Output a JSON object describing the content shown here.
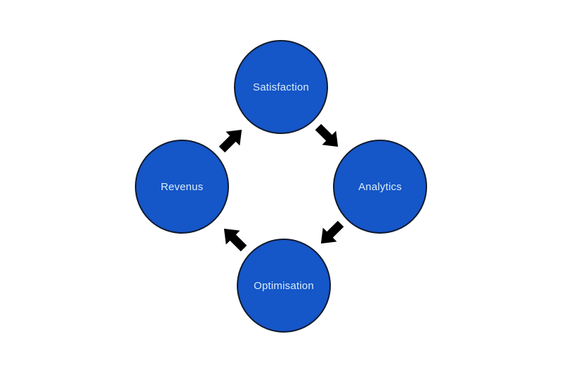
{
  "diagram": {
    "type": "cycle",
    "background_color": "#ffffff",
    "node_fill_color": "#1556c8",
    "node_border_color": "#0f1a2e",
    "node_text_color": "#d9edf8",
    "arrow_color": "#000000",
    "nodes": [
      {
        "id": "satisfaction",
        "label": "Satisfaction",
        "position": "top"
      },
      {
        "id": "analytics",
        "label": "Analytics",
        "position": "right"
      },
      {
        "id": "optimisation",
        "label": "Optimisation",
        "position": "bottom"
      },
      {
        "id": "revenus",
        "label": "Revenus",
        "position": "left"
      }
    ],
    "arrows": [
      {
        "from": "revenus",
        "to": "satisfaction",
        "direction": "up-right"
      },
      {
        "from": "satisfaction",
        "to": "analytics",
        "direction": "down-right"
      },
      {
        "from": "analytics",
        "to": "optimisation",
        "direction": "down-left"
      },
      {
        "from": "optimisation",
        "to": "revenus",
        "direction": "up-left"
      }
    ]
  }
}
